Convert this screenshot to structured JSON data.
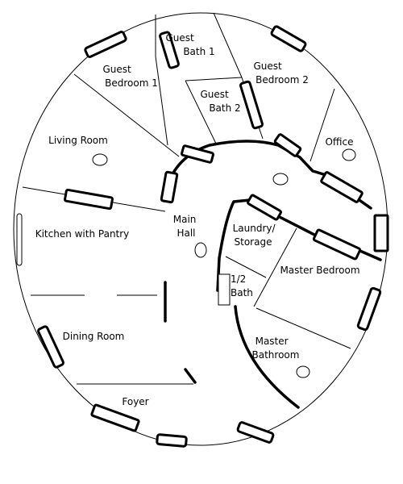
{
  "rooms": {
    "guest_bath_1": [
      "Guest",
      "Bath 1"
    ],
    "guest_bedroom_1": [
      "Guest",
      "Bedroom 1"
    ],
    "guest_bedroom_2": [
      "Guest",
      "Bedroom 2"
    ],
    "guest_bath_2": [
      "Guest",
      "Bath 2"
    ],
    "living_room": [
      "Living Room"
    ],
    "office": [
      "Office"
    ],
    "main_hall": [
      "Main",
      "Hall"
    ],
    "laundry_storage": [
      "Laundry/",
      "Storage"
    ],
    "kitchen": [
      "Kitchen with Pantry"
    ],
    "half_bath": [
      "1/2",
      "Bath"
    ],
    "master_bedroom": [
      "Master Bedroom"
    ],
    "dining_room": [
      "Dining Room"
    ],
    "master_bathroom": [
      "Master",
      "Bathroom"
    ],
    "foyer": [
      "Foyer"
    ]
  }
}
